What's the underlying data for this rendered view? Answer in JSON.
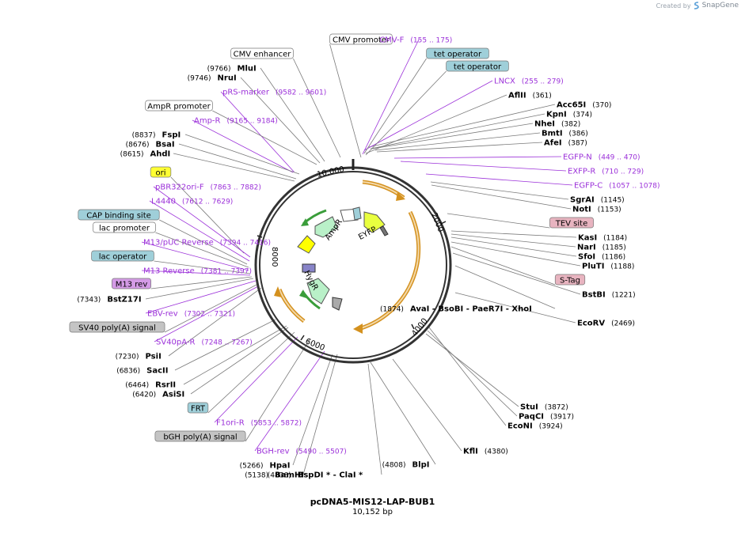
{
  "branding": {
    "created_by": "Created by",
    "brand": "SnapGene"
  },
  "plasmid": {
    "name": "pcDNA5-MIS12-LAP-BUB1",
    "size": "10,152 bp"
  },
  "ticks": [
    "10,000",
    "2000",
    "4000",
    "6000",
    "8000"
  ],
  "colors": {
    "primer": "#9b30d9",
    "line": "#7a7a7a",
    "backbone": "#333333"
  },
  "features_ring": [
    {
      "name": "AmpR",
      "color": "#b9f0c8"
    },
    {
      "name": "EYFP",
      "color": "#e9ff3f"
    },
    {
      "name": "HygR",
      "color": "#b9f0c8"
    }
  ],
  "labels": [
    {
      "type": "box",
      "text": "CMV promoter",
      "color": "#ffffff"
    },
    {
      "type": "box",
      "text": "CMV enhancer",
      "color": "#ffffff"
    },
    {
      "type": "site",
      "text": "MluI",
      "pos": "(9766)"
    },
    {
      "type": "site",
      "text": "NruI",
      "pos": "(9746)"
    },
    {
      "type": "primer",
      "text": "pRS-marker",
      "pos": "(9582 .. 9601)"
    },
    {
      "type": "box",
      "text": "AmpR promoter",
      "color": "#ffffff"
    },
    {
      "type": "primer",
      "text": "Amp-R",
      "pos": "(9165 .. 9184)"
    },
    {
      "type": "site",
      "text": "FspI",
      "pos": "(8837)"
    },
    {
      "type": "site",
      "text": "BsaI",
      "pos": "(8676)"
    },
    {
      "type": "site",
      "text": "AhdI",
      "pos": "(8615)"
    },
    {
      "type": "box",
      "text": "ori",
      "color": "#ffff33"
    },
    {
      "type": "primer",
      "text": "pBR322ori-F",
      "pos": "(7863 .. 7882)"
    },
    {
      "type": "primer",
      "text": "L4440",
      "pos": "(7612 .. 7629)"
    },
    {
      "type": "box",
      "text": "CAP binding site",
      "color": "#9fcfd9"
    },
    {
      "type": "box",
      "text": "lac promoter",
      "color": "#ffffff"
    },
    {
      "type": "primer",
      "text": "M13/pUC Reverse",
      "pos": "(7394 .. 7416)"
    },
    {
      "type": "box",
      "text": "lac operator",
      "color": "#9fcfd9"
    },
    {
      "type": "primer",
      "text": "M13 Reverse",
      "pos": "(7381 .. 7397)"
    },
    {
      "type": "box",
      "text": "M13 rev",
      "color": "#d49be6"
    },
    {
      "type": "site",
      "text": "BstZ17I",
      "pos": "(7343)"
    },
    {
      "type": "primer",
      "text": "EBV-rev",
      "pos": "(7302 .. 7321)"
    },
    {
      "type": "box",
      "text": "SV40 poly(A) signal",
      "color": "#c4c4c4"
    },
    {
      "type": "primer",
      "text": "SV40pA-R",
      "pos": "(7248 .. 7267)"
    },
    {
      "type": "site",
      "text": "PsiI",
      "pos": "(7230)"
    },
    {
      "type": "site",
      "text": "SacII",
      "pos": "(6836)"
    },
    {
      "type": "site",
      "text": "RsrII",
      "pos": "(6464)"
    },
    {
      "type": "site",
      "text": "AsiSI",
      "pos": "(6420)"
    },
    {
      "type": "box",
      "text": "FRT",
      "color": "#9fcfd9"
    },
    {
      "type": "primer",
      "text": "F1ori-R",
      "pos": "(5853 .. 5872)"
    },
    {
      "type": "box",
      "text": "bGH poly(A) signal",
      "color": "#c4c4c4"
    },
    {
      "type": "primer",
      "text": "BGH-rev",
      "pos": "(5490 .. 5507)"
    },
    {
      "type": "site",
      "text": "HpaI",
      "pos": "(5266)"
    },
    {
      "type": "site",
      "text": "BamHI",
      "pos": "(5138)"
    },
    {
      "type": "site",
      "text": "BlpI",
      "pos": "(4808)"
    },
    {
      "type": "site",
      "text": "BspDI * - ClaI *",
      "pos": "(4836)"
    },
    {
      "type": "site",
      "text": "KflI",
      "pos": "(4380)"
    },
    {
      "type": "site",
      "text": "StuI",
      "pos": "(3872)"
    },
    {
      "type": "site",
      "text": "PaqCI",
      "pos": "(3917)"
    },
    {
      "type": "site",
      "text": "EcoNI",
      "pos": "(3924)"
    },
    {
      "type": "site",
      "text": "EcoRV",
      "pos": "(2469)"
    },
    {
      "type": "site",
      "text": "AvaI - BsoBI - PaeR7I - XhoI",
      "pos": "(1874)"
    },
    {
      "type": "site",
      "text": "BstBI",
      "pos": "(1221)"
    },
    {
      "type": "box",
      "text": "S-Tag",
      "color": "#e8b4c0"
    },
    {
      "type": "site",
      "text": "PluTI",
      "pos": "(1188)"
    },
    {
      "type": "site",
      "text": "SfoI",
      "pos": "(1186)"
    },
    {
      "type": "site",
      "text": "NarI",
      "pos": "(1185)"
    },
    {
      "type": "site",
      "text": "KasI",
      "pos": "(1184)"
    },
    {
      "type": "box",
      "text": "TEV site",
      "color": "#e8b4c0"
    },
    {
      "type": "site",
      "text": "NotI",
      "pos": "(1153)"
    },
    {
      "type": "site",
      "text": "SgrAI",
      "pos": "(1145)"
    },
    {
      "type": "primer",
      "text": "EGFP-C",
      "pos": "(1057 .. 1078)"
    },
    {
      "type": "primer",
      "text": "EXFP-R",
      "pos": "(710 .. 729)"
    },
    {
      "type": "primer",
      "text": "EGFP-N",
      "pos": "(449 .. 470)"
    },
    {
      "type": "site",
      "text": "AfeI",
      "pos": "(387)"
    },
    {
      "type": "site",
      "text": "BmtI",
      "pos": "(386)"
    },
    {
      "type": "site",
      "text": "NheI",
      "pos": "(382)"
    },
    {
      "type": "site",
      "text": "KpnI",
      "pos": "(374)"
    },
    {
      "type": "site",
      "text": "Acc65I",
      "pos": "(370)"
    },
    {
      "type": "site",
      "text": "AflII",
      "pos": "(361)"
    },
    {
      "type": "primer",
      "text": "LNCX",
      "pos": "(255 .. 279)"
    },
    {
      "type": "box",
      "text": "tet operator",
      "color": "#9fcfd9"
    },
    {
      "type": "box",
      "text": "tet operator",
      "color": "#9fcfd9"
    },
    {
      "type": "primer",
      "text": "CMV-F",
      "pos": "(155 .. 175)"
    }
  ]
}
